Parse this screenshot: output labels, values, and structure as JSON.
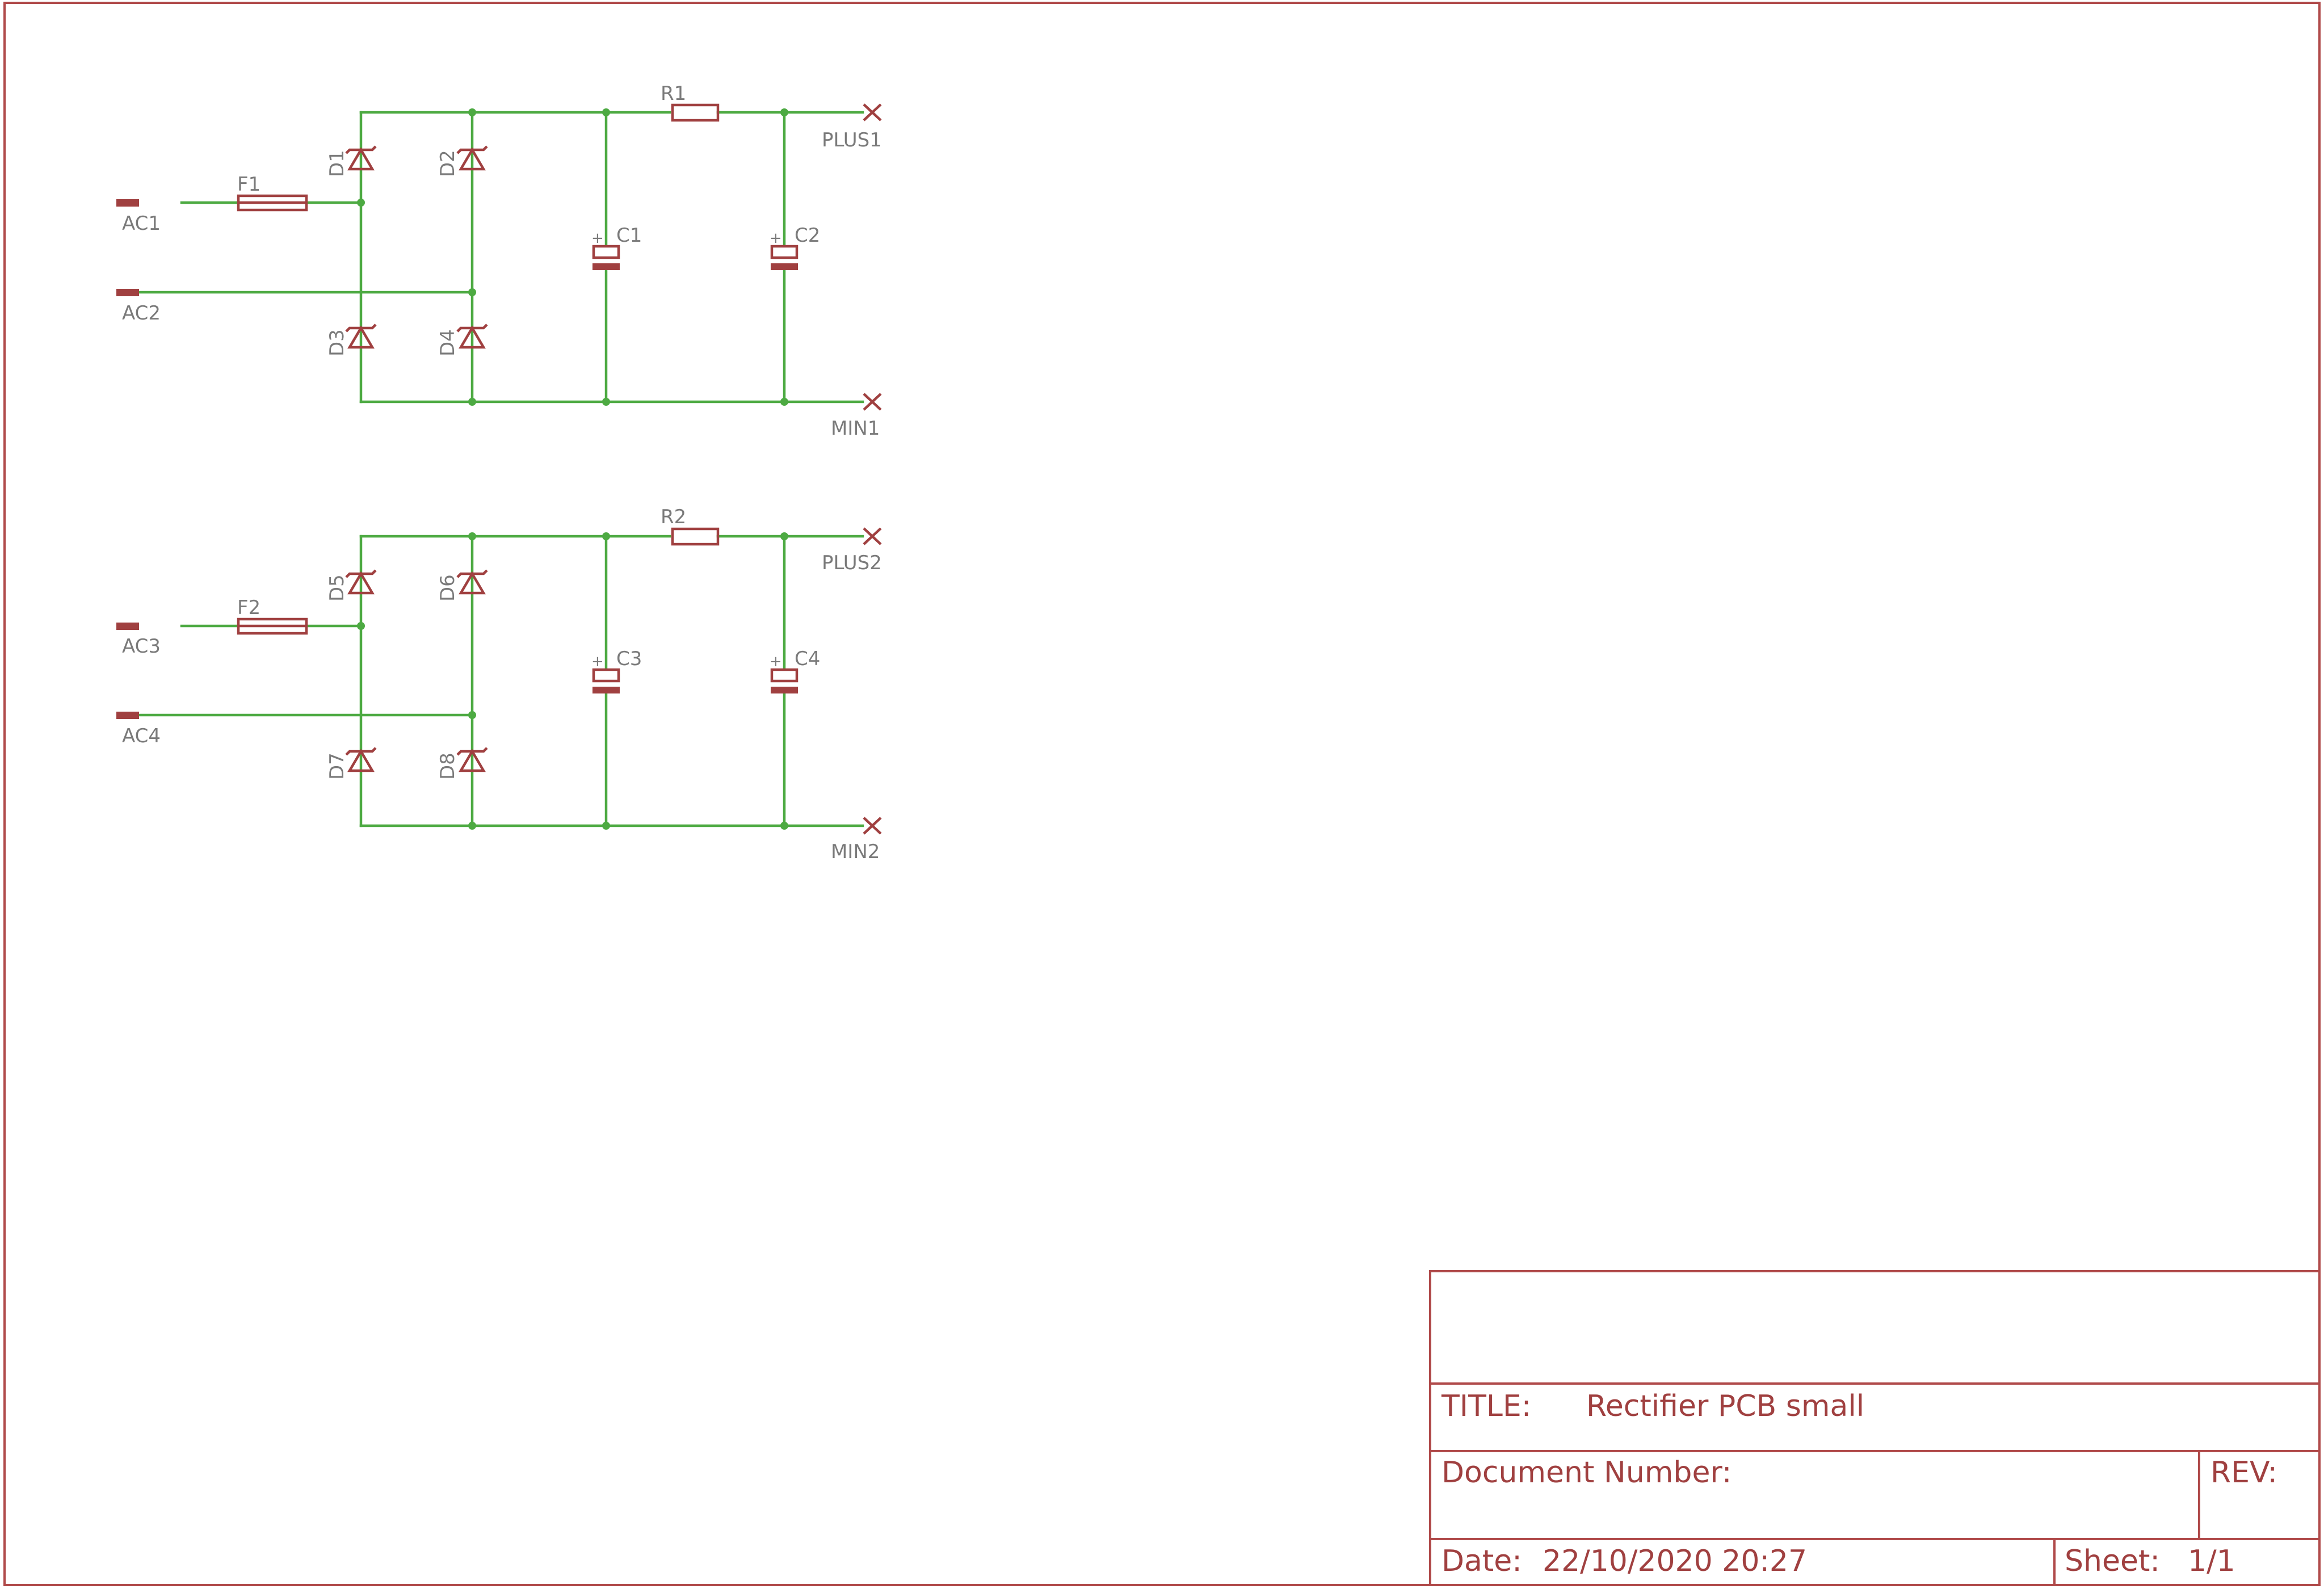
{
  "schematic": {
    "stages": [
      {
        "id": "stage1",
        "fuse": "F1",
        "ac_inputs": [
          "AC1",
          "AC2"
        ],
        "diodes": [
          "D1",
          "D2",
          "D3",
          "D4"
        ],
        "capacitors": [
          "C1",
          "C2"
        ],
        "resistor": "R1",
        "outputs": [
          "PLUS1",
          "MIN1"
        ]
      },
      {
        "id": "stage2",
        "fuse": "F2",
        "ac_inputs": [
          "AC3",
          "AC4"
        ],
        "diodes": [
          "D5",
          "D6",
          "D7",
          "D8"
        ],
        "capacitors": [
          "C3",
          "C4"
        ],
        "resistor": "R2",
        "outputs": [
          "PLUS2",
          "MIN2"
        ]
      }
    ],
    "polarity_mark": "+"
  },
  "title_block": {
    "title_label": "TITLE:",
    "title_value": "Rectifier PCB small",
    "doc_label": "Document Number:",
    "rev_label": "REV:",
    "date_label": "Date:",
    "date_value": "22/10/2020 20:27",
    "sheet_label": "Sheet:",
    "sheet_value": "1/1"
  },
  "colors": {
    "wire": "#4daa42",
    "symbol": "#a04040",
    "frame": "#b04a4a",
    "label": "#7a7a7a"
  }
}
